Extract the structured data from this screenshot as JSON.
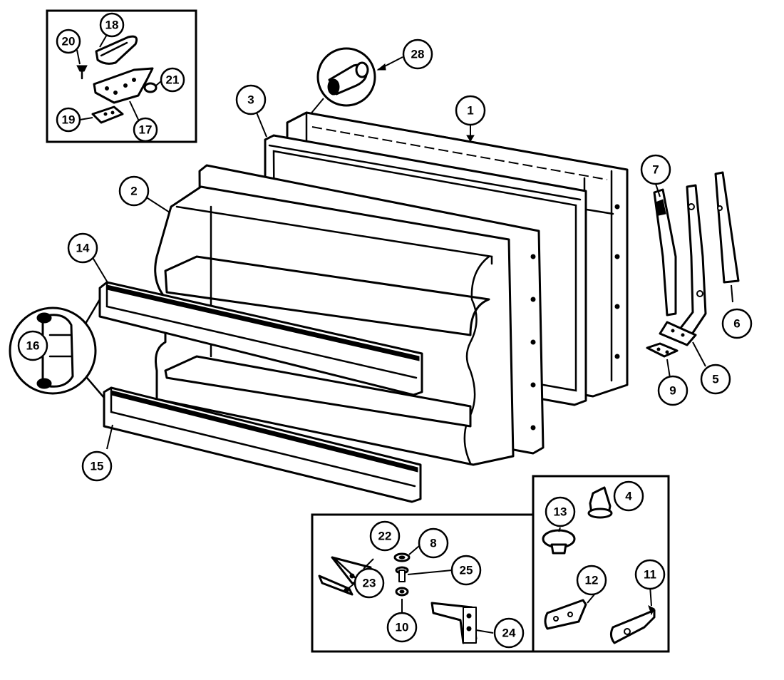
{
  "callouts": {
    "c1": "1",
    "c2": "2",
    "c3": "3",
    "c4": "4",
    "c5": "5",
    "c6": "6",
    "c7": "7",
    "c8": "8",
    "c9": "9",
    "c10": "10",
    "c11": "11",
    "c12": "12",
    "c13": "13",
    "c14": "14",
    "c15": "15",
    "c16": "16",
    "c17": "17",
    "c18": "18",
    "c19": "19",
    "c20": "20",
    "c21": "21",
    "c22": "22",
    "c23": "23",
    "c24": "24",
    "c25": "25",
    "c28": "28"
  },
  "colors": {
    "line": "#000000",
    "background": "#ffffff"
  }
}
